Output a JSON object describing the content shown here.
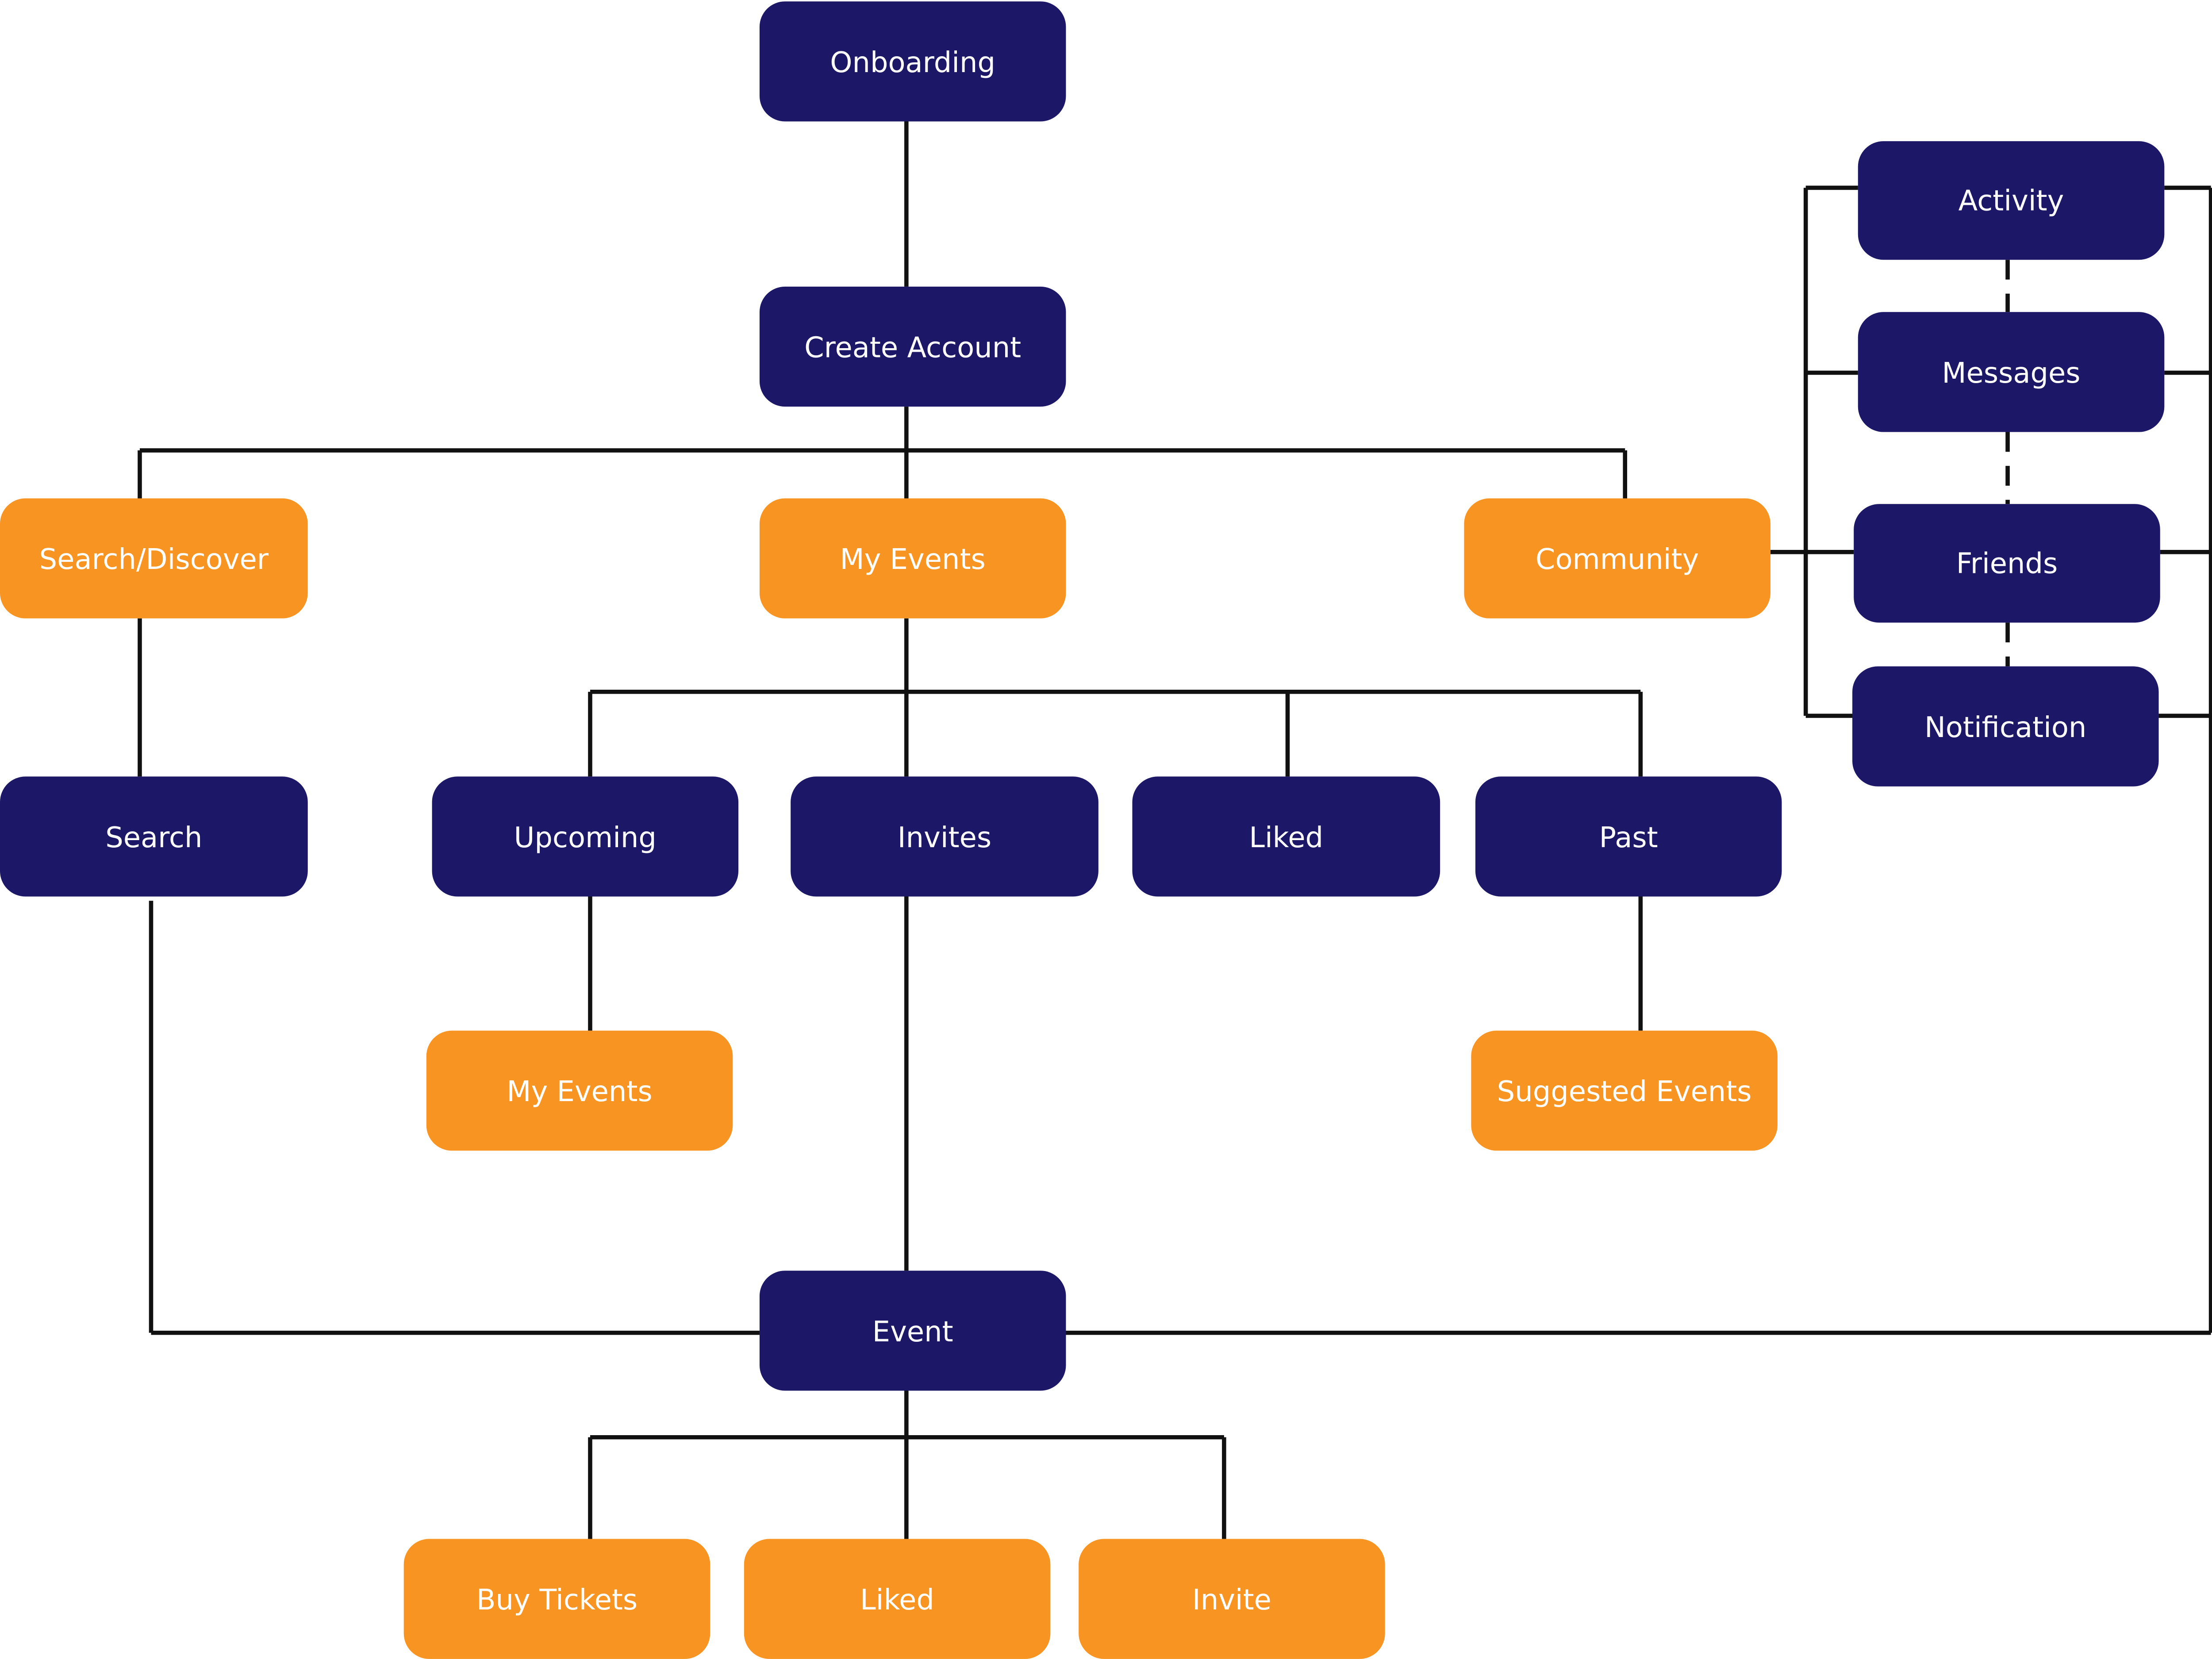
{
  "colors": {
    "primary_node": "#1c1766",
    "secondary_node": "#f79422",
    "connector": "#111111",
    "label": "#ffffff"
  },
  "nodes": {
    "onboarding": "Onboarding",
    "create_account": "Create Account",
    "search_discover": "Search/Discover",
    "my_events": "My Events",
    "community": "Community",
    "search": "Search",
    "upcoming": "Upcoming",
    "invites": "Invites",
    "liked": "Liked",
    "past": "Past",
    "upcoming_my_events": "My Events",
    "suggested_events": "Suggested Events",
    "event": "Event",
    "buy_tickets": "Buy Tickets",
    "event_liked": "Liked",
    "invite": "Invite",
    "activity": "Activity",
    "messages": "Messages",
    "friends": "Friends",
    "notification": "Notification"
  }
}
